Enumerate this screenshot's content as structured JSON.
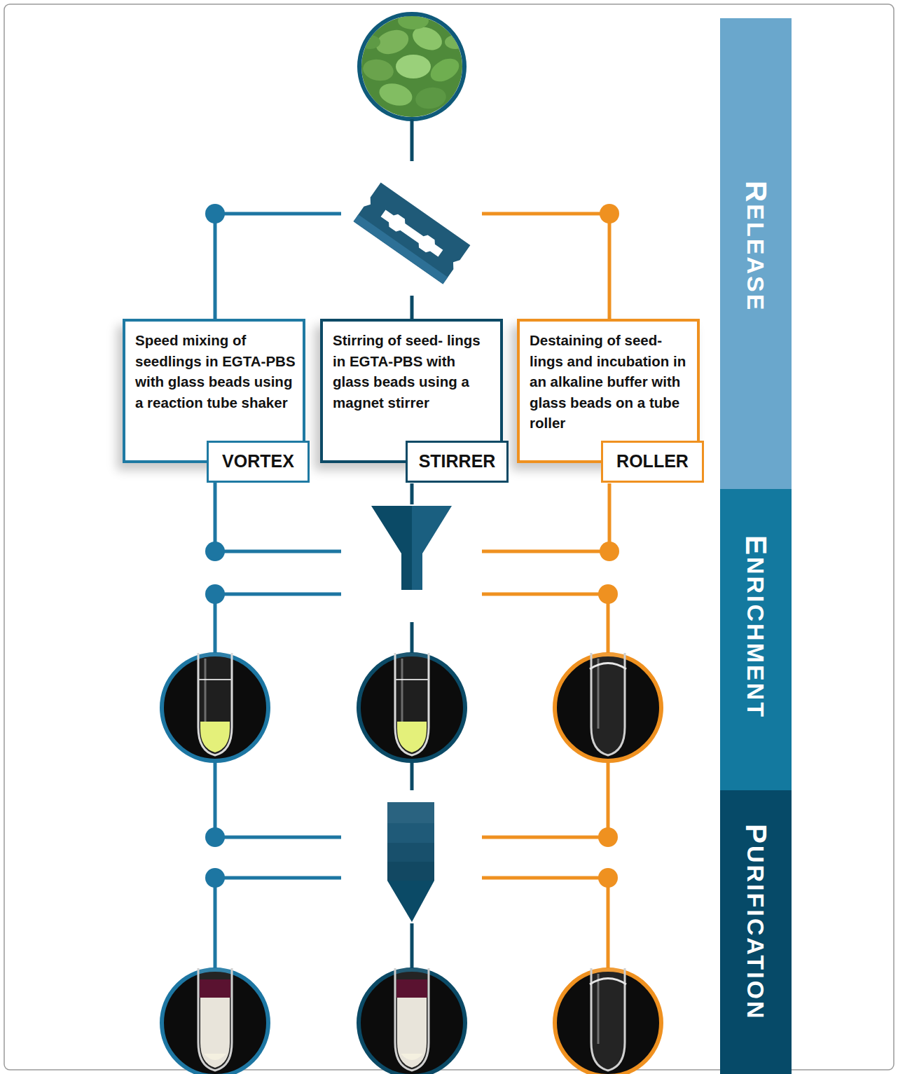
{
  "diagram": {
    "nodes": [
      {
        "text": [
          "Speed mixing of seedlings in EGTA-PBS with glass beads using a reaction tube shaker"
        ]
      },
      {
        "text": [
          "VORTEX"
        ],
        "in": 0
      },
      {
        "text": [
          "Stirring of seed- lings in EGTA-PBS with glass beads using a magnet stirrer"
        ]
      },
      {
        "text": [
          "STIRRER"
        ],
        "in": 2
      },
      {
        "text": [
          "Destaining of seed- lings and incubation in an alkaline buffer with glass beads on a tube roller"
        ]
      },
      {
        "text": [
          "ROLLER"
        ],
        "in": 4
      },
      {
        "text": [
          "RELEASE"
        ]
      },
      {
        "text": [
          "ENRICHMENT"
        ]
      },
      {
        "text": [
          "PURIFICATION"
        ]
      }
    ]
  }
}
